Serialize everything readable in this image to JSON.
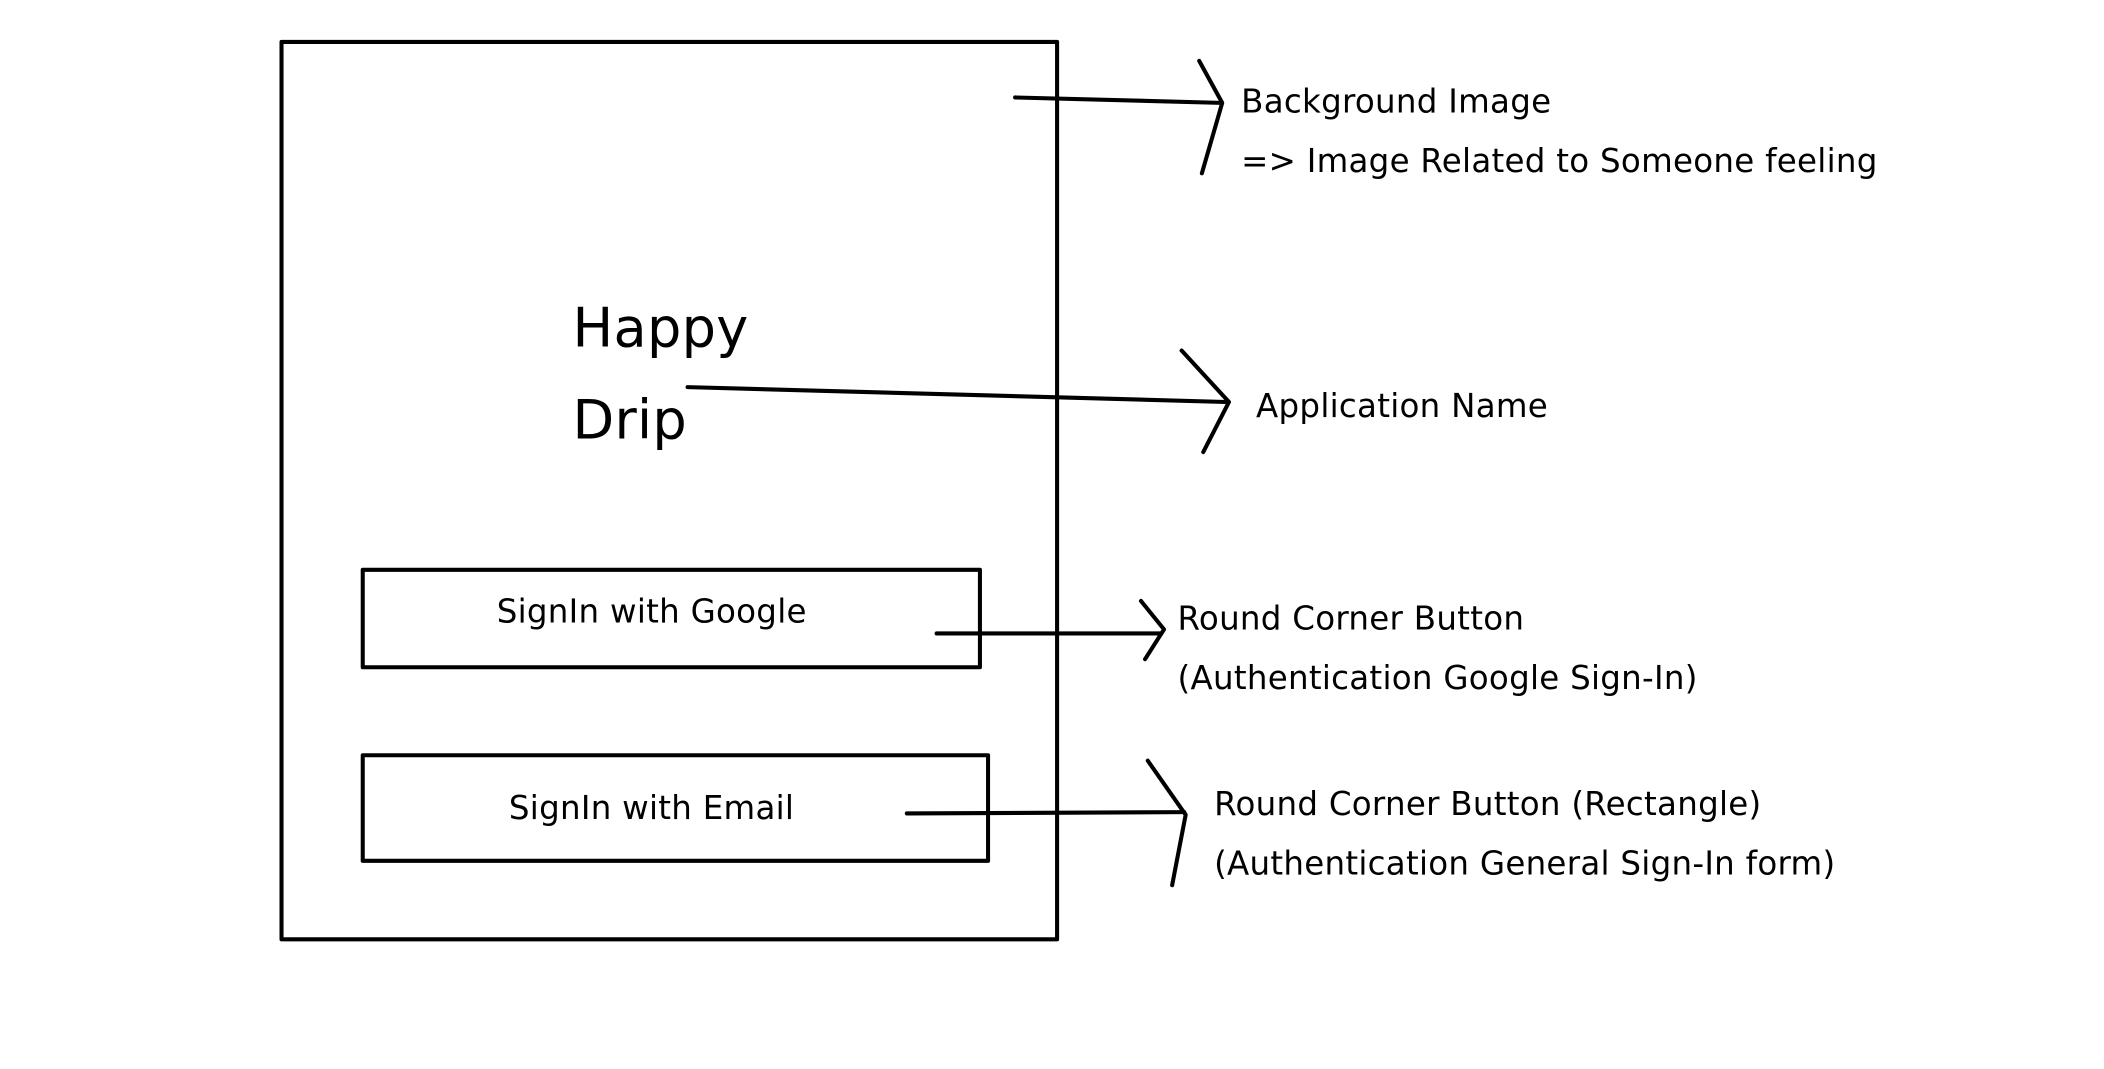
{
  "phone": {
    "app_name_line1": "Happy",
    "app_name_line2": "Drip",
    "google_button_label": "SignIn with Google",
    "email_button_label": "SignIn with Email"
  },
  "annotations": {
    "background": {
      "line1": "Background Image",
      "line2": "=> Image Related to Someone feeling"
    },
    "app_name": {
      "line1": "Application Name"
    },
    "google_button": {
      "line1": "Round Corner Button",
      "line2": "(Authentication Google Sign-In)"
    },
    "email_button": {
      "line1": "Round Corner Button (Rectangle)",
      "line2": "(Authentication General Sign-In form)"
    }
  },
  "colors": {
    "stroke": "#000000",
    "background": "#ffffff"
  }
}
